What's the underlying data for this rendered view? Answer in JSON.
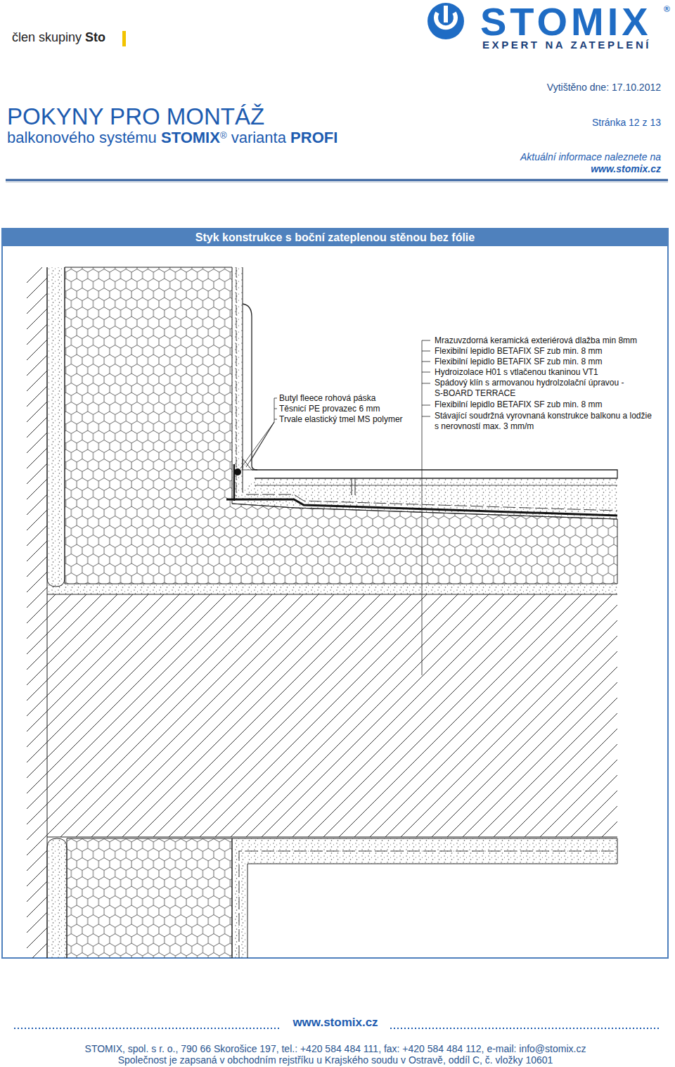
{
  "diagram": {
    "title": "POKYNY PRO MONTÁŽ",
    "nodes": [
      {
        "text": [
          "Styk konstrukce s boční zateplenou stěnou bez fólie"
        ]
      }
    ],
    "labels": [
      "člen skupiny",
      "Sto",
      "STOMIX",
      "®",
      "EXPERT NA ZATEPLENÍ",
      "Vytištěno dne: 17.10.2012",
      "balkonového systému",
      "STOMIX",
      "®",
      "varianta",
      "PROFI",
      "Stránka 12 z 13",
      "Aktuální informace naleznete na",
      "www.stomix.cz",
      "Mrazuvzdorná keramická exteriérová dlažba min 8mm",
      "Flexibilní lepidlo BETAFIX SF zub min. 8 mm",
      "Flexibilní lepidlo BETAFIX SF zub min. 8 mm",
      "Hydroizolace H01 s vtlačenou tkaninou VT1",
      "Spádový klín s armovanou hydrolzolační úpravou - S-BOARD TERRACE",
      "Flexibilní lepidlo BETAFIX SF zub min. 8 mm",
      "Stávající soudržná vyrovnaná konstrukce balkonu a lodžie s nerovností max. 3 mm/m",
      "Butyl fleece rohová páska",
      "Těsnicí PE provazec 6 mm",
      "Trvale elastický tmel MS polymer",
      "www.stomix.cz",
      "STOMIX, spol. s r. o., 790 66 Skorošice 197, tel.: +420 584 484 111, fax: +420 584 484 112, e-mail: info@stomix.cz",
      "Společnost je zapsaná v obchodním rejstříku u Krajského soudu v Ostravě, oddíl C, č. vložky 10601"
    ]
  }
}
